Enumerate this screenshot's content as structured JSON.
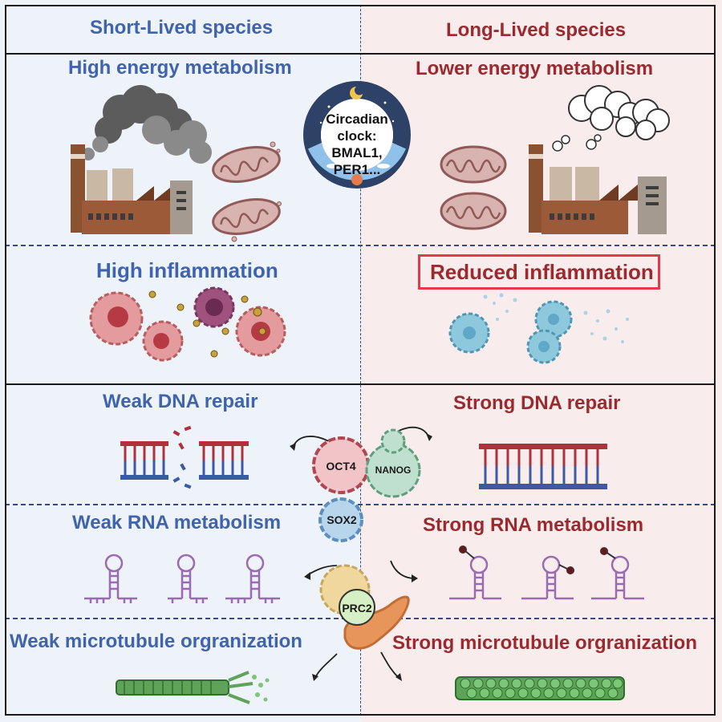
{
  "headers": {
    "left": "Short-Lived species",
    "right": "Long-Lived species"
  },
  "rows": {
    "energy": {
      "left": "High energy metabolism",
      "right": "Lower energy metabolism"
    },
    "inflammation": {
      "left": "High inflammation",
      "right": "Reduced inflammation"
    },
    "dna": {
      "left": "Weak DNA repair",
      "right": "Strong DNA repair"
    },
    "rna": {
      "left": "Weak RNA metabolism",
      "right": "Strong RNA metabolism"
    },
    "microtubule": {
      "left": "Weak microtubule orgranization",
      "right": "Strong microtubule orgranization"
    }
  },
  "clock": {
    "line1": "Circadian",
    "line2": "clock:",
    "line3": "BMAL1,",
    "line4": "PER1..."
  },
  "proteins": {
    "oct4": "OCT4",
    "nanog": "NANOG",
    "sox2": "SOX2",
    "prc2": "PRC2"
  },
  "colors": {
    "left_bg": "#eef2f9",
    "right_bg": "#f9ecec",
    "left_text": "#3f64ad",
    "right_text": "#9b2a2e",
    "highlight_box": "#e23a4a"
  }
}
